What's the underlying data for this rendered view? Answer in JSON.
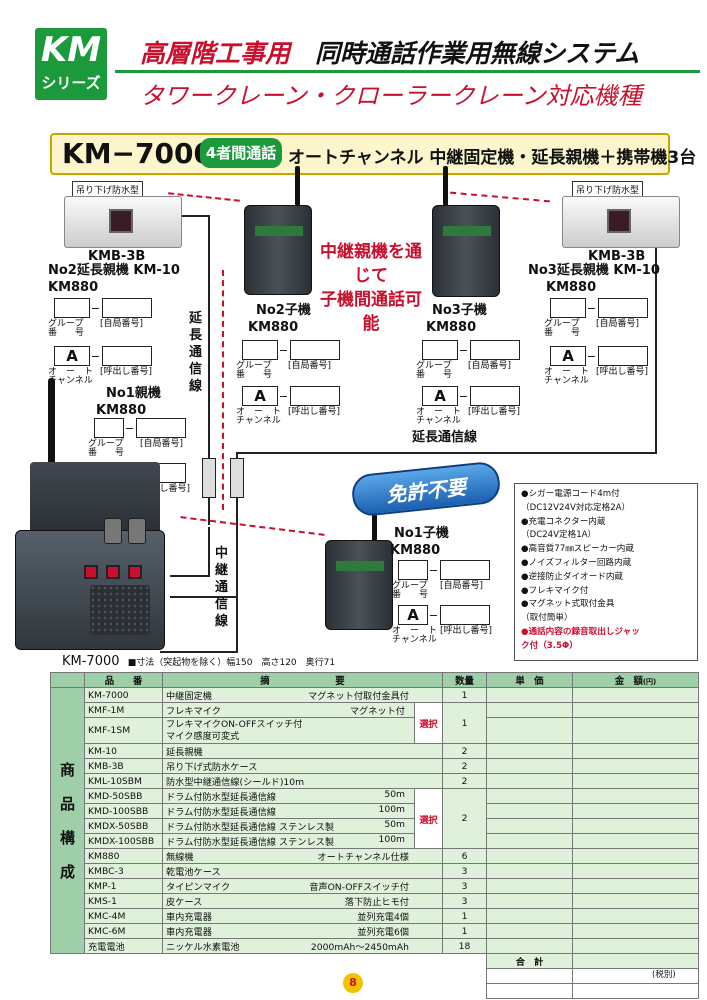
{
  "header": {
    "series_top": "KM",
    "series_bottom": "シリーズ",
    "title_red": "高層階工事用",
    "title_black": "同時通話作業用無線システム",
    "subtitle": "タワークレーン・クローラークレーン対応機種"
  },
  "banner": {
    "model": "KM−7000",
    "badge": "4者間通話",
    "desc": "オートチャンネル 中継固定機・延長親機＋携帯機3台"
  },
  "devices": {
    "hang_tag": "吊り下げ防水型",
    "left_box": {
      "line1": "KMB-3B",
      "line2": "No2延長親機 KM-10",
      "line3": "KM880"
    },
    "right_box": {
      "line1": "KMB-3B",
      "line2": "No3延長親機 KM-10",
      "line3": "KM880"
    },
    "no2": {
      "line1": "No2子機",
      "line2": "KM880"
    },
    "no3": {
      "line1": "No3子機",
      "line2": "KM880"
    },
    "no1_parent": {
      "line1": "No1親機",
      "line2": "KM880"
    },
    "no1_child": {
      "line1": "No1子機",
      "line2": "KM880"
    },
    "center_note_1": "中継親機を通じて",
    "center_note_2": "子機間通話可能",
    "ext_line_v": "延長通信線",
    "ext_line_h": "延長通信線",
    "relay_line_v": "中継通信線"
  },
  "codes": {
    "group_l1": "グループ",
    "group_l2": "番　　号",
    "station": "[自局番号]",
    "auto_val": "A",
    "auto_l1": "オ　ー　ト",
    "auto_l2": "チャンネル",
    "call": "[呼出し番号]"
  },
  "license": "免許不要",
  "features": [
    {
      "text": "●シガー電源コード4m付",
      "red": false
    },
    {
      "text": "（DC12V24V対応定格2A）",
      "red": false
    },
    {
      "text": "●充電コネクター内蔵",
      "red": false
    },
    {
      "text": "（DC24V定格1A）",
      "red": false
    },
    {
      "text": "●高音質77㎜スピーカー内蔵",
      "red": false
    },
    {
      "text": "●ノイズフィルター回路内蔵",
      "red": false
    },
    {
      "text": "●逆接防止ダイオード内蔵",
      "red": false
    },
    {
      "text": "●フレキマイク付",
      "red": false
    },
    {
      "text": "●マグネット式取付金具",
      "red": false
    },
    {
      "text": "（取付簡単）",
      "red": false
    },
    {
      "text": "●通話内容の録音取出しジャッ",
      "red": true
    },
    {
      "text": "ク付（3.5Φ）",
      "red": true
    }
  ],
  "caption": {
    "model": "KM-7000",
    "dims": "■寸法（突起物を除く）幅150　高さ120　奥行71"
  },
  "table": {
    "headers": {
      "code": "品　　番",
      "desc": "摘　　　　　　　要",
      "qty": "数量",
      "price": "単　価",
      "amount": "金　額",
      "unit": "(円)"
    },
    "group_label": [
      "商",
      "品",
      "構",
      "成"
    ],
    "select_label": "選択",
    "rows": [
      {
        "code": "KM-7000",
        "d1": "中継固定機",
        "d2": "マグネット付取付金具付",
        "qty": "1"
      },
      {
        "code": "KMF-1M",
        "d1": "フレキマイク",
        "d2": "マグネット付",
        "qty": ""
      },
      {
        "code": "KMF-1SM",
        "d1": "フレキマイクON-OFFスイッチ付",
        "d2": "マイク感度可変式",
        "qty": "1"
      },
      {
        "code": "KM-10",
        "d1": "延長親機",
        "d2": "",
        "qty": "2"
      },
      {
        "code": "KMB-3B",
        "d1": "吊り下げ式防水ケース",
        "d2": "",
        "qty": "2"
      },
      {
        "code": "KML-10SBM",
        "d1": "防水型中継通信線(シールド)10m",
        "d2": "",
        "qty": "2"
      },
      {
        "code": "KMD-50SBB",
        "d1": "ドラム付防水型延長通信線",
        "d2": "50m",
        "qty": ""
      },
      {
        "code": "KMD-100SBB",
        "d1": "ドラム付防水型延長通信線",
        "d2": "100m",
        "qty": "2"
      },
      {
        "code": "KMDX-50SBB",
        "d1": "ドラム付防水型延長通信線 ステンレス製",
        "d2": "50m",
        "qty": ""
      },
      {
        "code": "KMDX-100SBB",
        "d1": "ドラム付防水型延長通信線 ステンレス製",
        "d2": "100m",
        "qty": ""
      },
      {
        "code": "KM880",
        "d1": "無線機",
        "d2": "オートチャンネル仕様",
        "qty": "6"
      },
      {
        "code": "KMBC-3",
        "d1": "乾電池ケース",
        "d2": "",
        "qty": "3"
      },
      {
        "code": "KMP-1",
        "d1": "タイピンマイク",
        "d2": "音声ON-OFFスイッチ付",
        "qty": "3"
      },
      {
        "code": "KMS-1",
        "d1": "皮ケース",
        "d2": "落下防止ヒモ付",
        "qty": "3"
      },
      {
        "code": "KMC-4M",
        "d1": "車内充電器",
        "d2": "並列充電4個",
        "qty": "1"
      },
      {
        "code": "KMC-6M",
        "d1": "車内充電器",
        "d2": "並列充電6個",
        "qty": "1"
      },
      {
        "code": "充電電池",
        "d1": "ニッケル水素電池",
        "d2": "2000mAh〜2450mAh",
        "qty": "18"
      }
    ],
    "total_label": "合　計",
    "tax_note": "(税別)"
  },
  "page_number": "8"
}
